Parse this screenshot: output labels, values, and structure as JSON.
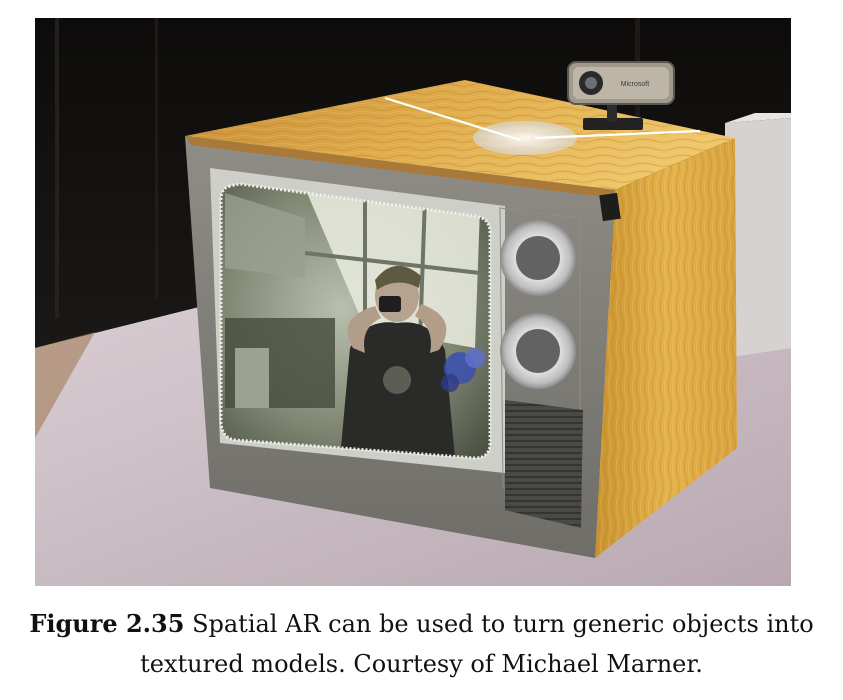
{
  "figure": {
    "label": "Figure 2.35",
    "caption_line1": "Spatial AR can be used to turn generic objects into",
    "caption_line2": "textured models. Courtesy of Michael Marner.",
    "webcam_brand": "Microsoft"
  },
  "colors": {
    "wood_light": "#e3b04a",
    "wood_dark": "#b9812d",
    "frame_gray": "#8d8b85",
    "screen_glow": "#d9ddd0",
    "table": "#cbbcc4",
    "backdrop": "#121110"
  }
}
